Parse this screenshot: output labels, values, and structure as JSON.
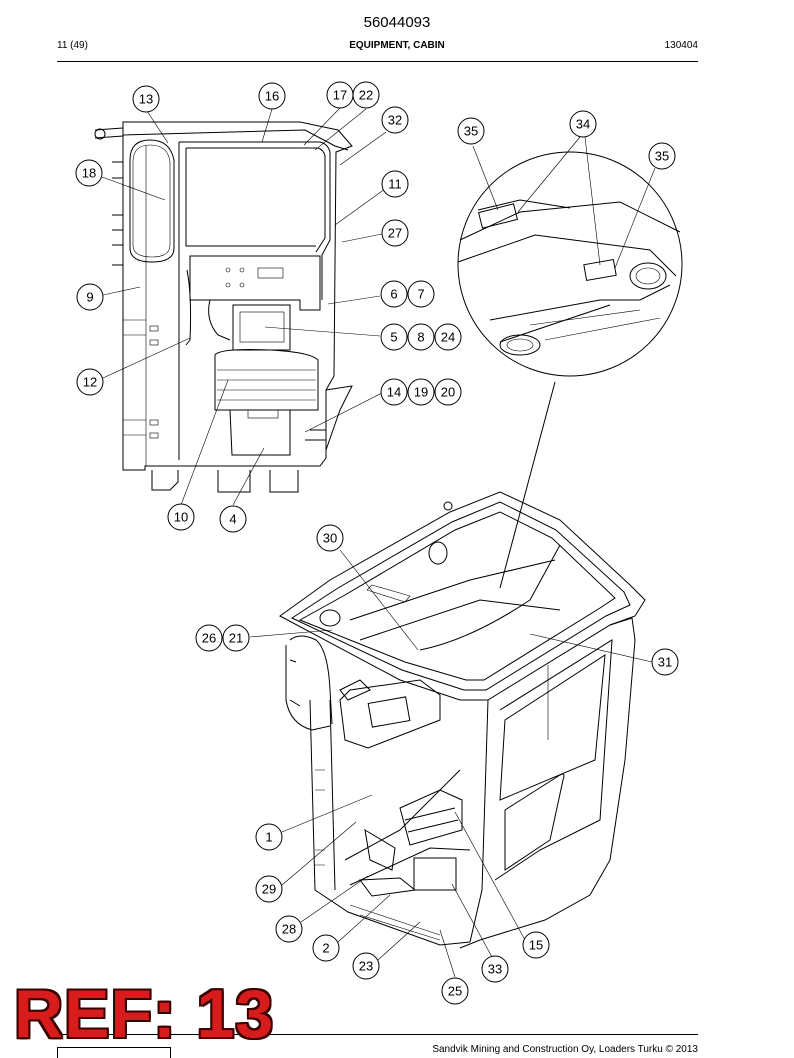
{
  "header": {
    "doc_number": "56044093",
    "page_ref": "11 (49)",
    "section_title": "EQUIPMENT, CABIN",
    "rev_code": "130404"
  },
  "callouts": [
    {
      "id": "c13",
      "label": "13"
    },
    {
      "id": "c16",
      "label": "16"
    },
    {
      "id": "c17",
      "label": "17"
    },
    {
      "id": "c22",
      "label": "22"
    },
    {
      "id": "c32",
      "label": "32"
    },
    {
      "id": "c18",
      "label": "18"
    },
    {
      "id": "c11",
      "label": "11"
    },
    {
      "id": "c27",
      "label": "27"
    },
    {
      "id": "c9",
      "label": "9"
    },
    {
      "id": "c6",
      "label": "6"
    },
    {
      "id": "c7",
      "label": "7"
    },
    {
      "id": "c5",
      "label": "5"
    },
    {
      "id": "c8",
      "label": "8"
    },
    {
      "id": "c24",
      "label": "24"
    },
    {
      "id": "c12",
      "label": "12"
    },
    {
      "id": "c14",
      "label": "14"
    },
    {
      "id": "c19",
      "label": "19"
    },
    {
      "id": "c20",
      "label": "20"
    },
    {
      "id": "c10",
      "label": "10"
    },
    {
      "id": "c4",
      "label": "4"
    },
    {
      "id": "c35a",
      "label": "35"
    },
    {
      "id": "c34",
      "label": "34"
    },
    {
      "id": "c35b",
      "label": "35"
    },
    {
      "id": "c30",
      "label": "30"
    },
    {
      "id": "c26",
      "label": "26"
    },
    {
      "id": "c21",
      "label": "21"
    },
    {
      "id": "c31",
      "label": "31"
    },
    {
      "id": "c1",
      "label": "1"
    },
    {
      "id": "c29",
      "label": "29"
    },
    {
      "id": "c28",
      "label": "28"
    },
    {
      "id": "c2",
      "label": "2"
    },
    {
      "id": "c23",
      "label": "23"
    },
    {
      "id": "c33",
      "label": "33"
    },
    {
      "id": "c15",
      "label": "15"
    },
    {
      "id": "c25",
      "label": "25"
    }
  ],
  "footer": {
    "copyright": "Sandvik Mining and Construction Oy, Loaders Turku © 2013"
  },
  "stamp": {
    "text": "REF: 13",
    "color": "#d81c1c"
  }
}
